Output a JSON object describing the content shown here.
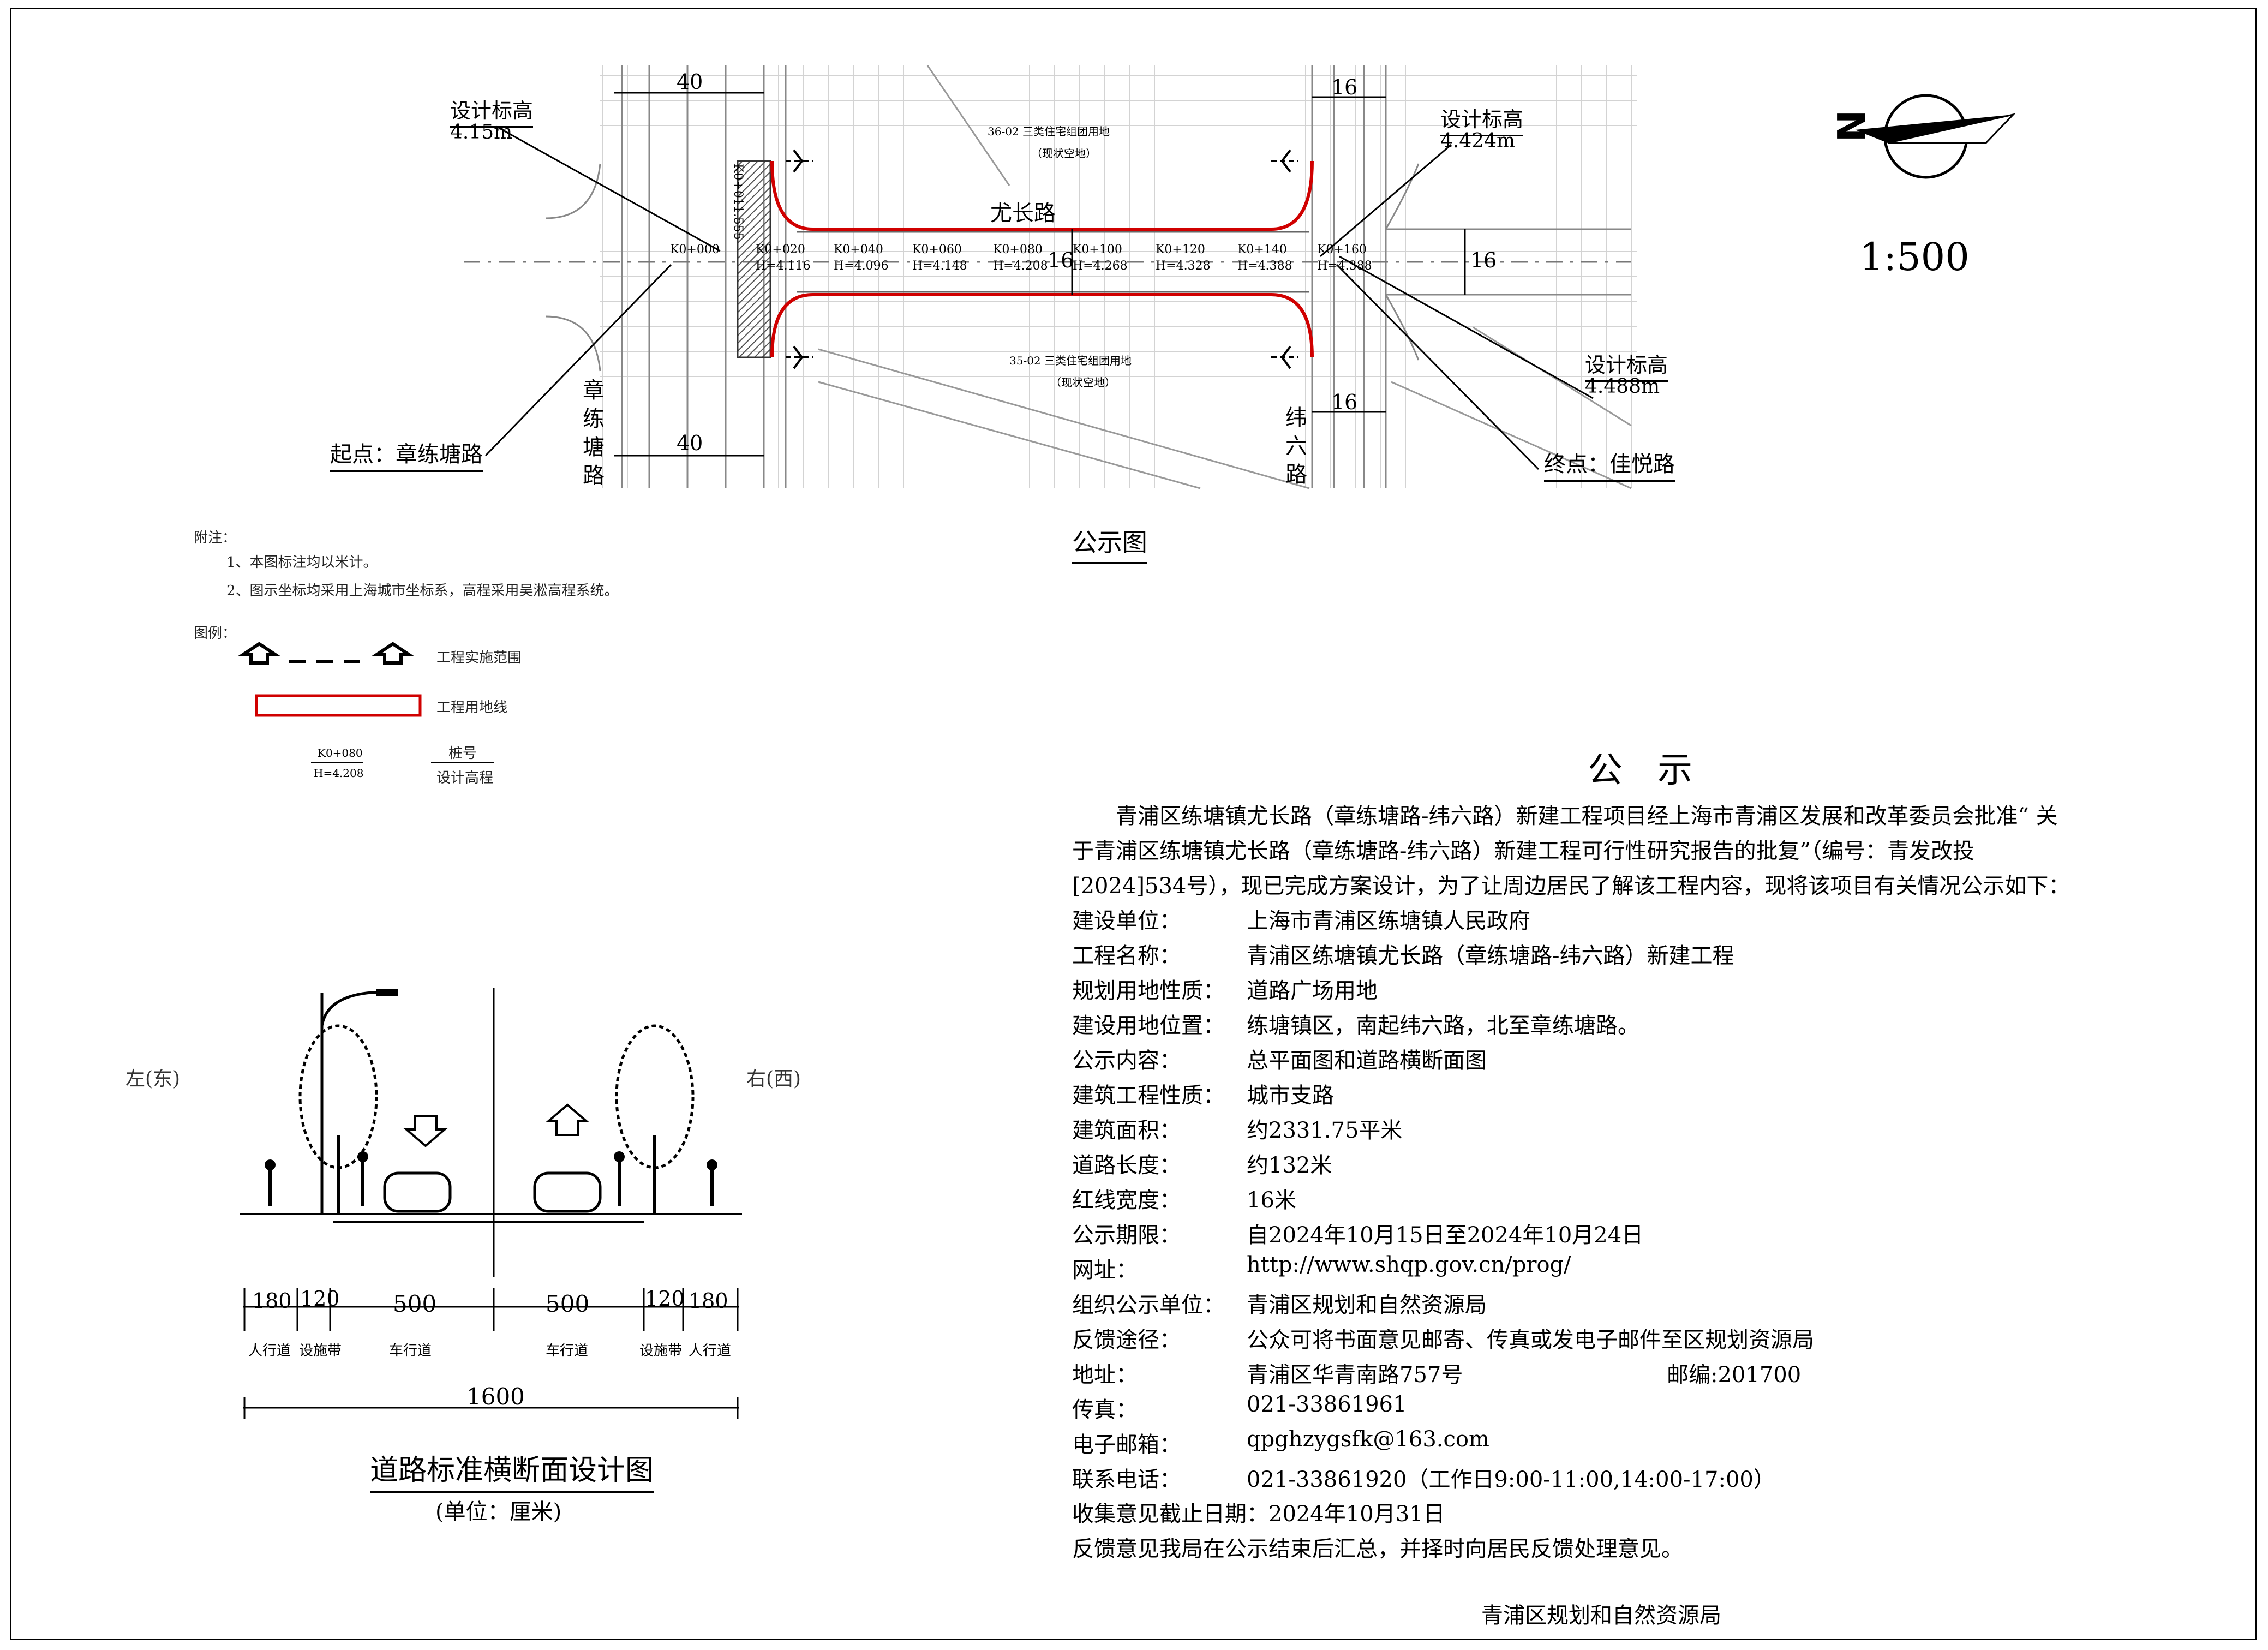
{
  "plan": {
    "title": "公示图",
    "scale": "1:500",
    "north_letter": "N",
    "road_name": "尤长路",
    "cross_road_start": [
      "章",
      "练",
      "塘",
      "路"
    ],
    "cross_road_end": [
      "纬",
      "六",
      "路"
    ],
    "dim_40_top": "40",
    "dim_40_bottom": "40",
    "dim_16_top": "16",
    "dim_16_bottom": "16",
    "dim_16_road": "16",
    "dim_16_right": "16",
    "plot_north": "36-02  三类住宅组团用地",
    "plot_north_sub": "（现状空地）",
    "plot_south": "35-02  三类住宅组团用地",
    "plot_south_sub": "（现状空地）",
    "elev_start_title": "设计标高",
    "elev_start_value": "4.15m",
    "elev_mid_title": "设计标高",
    "elev_mid_value": "4.424m",
    "elev_end_title": "设计标高",
    "elev_end_value": "4.488m",
    "start_label": "起点：章练塘路",
    "end_label": "终点：佳悦路",
    "vertical_station": "K0+011.555",
    "stations": [
      {
        "k": "K0+000",
        "h": ""
      },
      {
        "k": "K0+020",
        "h": "H=4.116"
      },
      {
        "k": "K0+040",
        "h": "H=4.096"
      },
      {
        "k": "K0+060",
        "h": "H=4.148"
      },
      {
        "k": "K0+080",
        "h": "H=4.208"
      },
      {
        "k": "K0+100",
        "h": "H=4.268"
      },
      {
        "k": "K0+120",
        "h": "H=4.328"
      },
      {
        "k": "K0+140",
        "h": "H=4.388"
      },
      {
        "k": "K0+160",
        "h": "H=4.388"
      }
    ]
  },
  "notes": {
    "title": "附注：",
    "items": [
      "1、本图标注均以米计。",
      "2、图示坐标均采用上海城市坐标系，高程采用吴淞高程系统。"
    ],
    "legend_title": "图例：",
    "legend_scope": "工程实施范围",
    "legend_line": "工程用地线",
    "legend_k": "K0+080",
    "legend_h": "H=4.208",
    "legend_k_label": "桩号",
    "legend_h_label": "设计高程"
  },
  "section": {
    "left_side": "左(东)",
    "right_side": "右(西)",
    "dims": [
      "180",
      "120",
      "500",
      "500",
      "120",
      "180"
    ],
    "labels": [
      "人行道",
      "设施带",
      "车行道",
      "车行道",
      "设施带",
      "人行道"
    ],
    "total": "1600",
    "title": "道路标准横断面设计图",
    "unit": "(单位：厘米)"
  },
  "notice": {
    "heading": "公　示",
    "para1": "　　青浦区练塘镇尤长路（章练塘路-纬六路）新建工程项目经上海市青浦区发展和改革委员会批准“ 关",
    "para2": "于青浦区练塘镇尤长路（章练塘路-纬六路）新建工程可行性研究报告的批复”（编号：青发改投",
    "para3": "[2024]534号），现已完成方案设计，为了让周边居民了解该工程内容，现将该项目有关情况公示如下：",
    "rows": [
      {
        "label": "建设单位：",
        "value": "上海市青浦区练塘镇人民政府"
      },
      {
        "label": "工程名称：",
        "value": "青浦区练塘镇尤长路（章练塘路-纬六路）新建工程"
      },
      {
        "label": "规划用地性质：",
        "value": "道路广场用地"
      },
      {
        "label": "建设用地位置：",
        "value": "练塘镇区，南起纬六路，北至章练塘路。"
      },
      {
        "label": "公示内容：",
        "value": "总平面图和道路横断面图"
      },
      {
        "label": "建筑工程性质：",
        "value": "城市支路"
      },
      {
        "label": "建筑面积：",
        "value": "约2331.75平米"
      },
      {
        "label": "道路长度：",
        "value": "约132米"
      },
      {
        "label": "红线宽度：",
        "value": "16米"
      },
      {
        "label": "公示期限：",
        "value": "自2024年10月15日至2024年10月24日"
      },
      {
        "label": "网址：",
        "value": "http://www.shqp.gov.cn/prog/"
      },
      {
        "label": "组织公示单位：",
        "value": "青浦区规划和自然资源局"
      },
      {
        "label": "反馈途径：",
        "value": "公众可将书面意见邮寄、传真或发电子邮件至区规划资源局"
      },
      {
        "label": "地址：",
        "value": "青浦区华青南路757号"
      },
      {
        "label": "传真：",
        "value": "021-33861961"
      },
      {
        "label": "电子邮箱：",
        "value": "qpghzygsfk@163.com"
      },
      {
        "label": "联系电话：",
        "value": "021-33861920（工作日9:00-11:00,14:00-17:00）"
      }
    ],
    "postcode": "邮编:201700",
    "deadline": "收集意见截止日期：2024年10月31日",
    "closing": "反馈意见我局在公示结束后汇总，并择时向居民反馈处理意见。",
    "signature": "青浦区规划和自然资源局"
  }
}
